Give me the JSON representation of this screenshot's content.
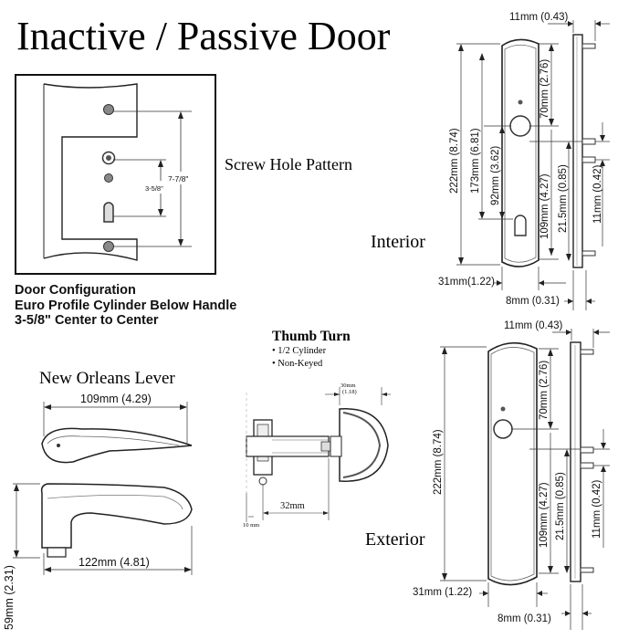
{
  "title": "Inactive / Passive Door",
  "screw_hole": {
    "label": "Screw Hole Pattern",
    "dim_outer": "7-7/8\"",
    "dim_inner": "3-5/8\""
  },
  "door_config": {
    "line1": "Door Configuration",
    "line2": "Euro Profile Cylinder Below Handle",
    "line3": "3-5/8\" Center to Center"
  },
  "lever": {
    "title": "New Orleans Lever",
    "width_label": "109mm (4.29)",
    "length_label": "122mm (4.81)",
    "height_label": "59mm (2.31)"
  },
  "thumb_turn": {
    "title": "Thumb Turn",
    "note1": "• 1/2 Cylinder",
    "note2": "• Non-Keyed",
    "dim_top": "30mm",
    "dim_top_in": "(1.18)",
    "dim_body": "32mm",
    "dim_small": "10 mm"
  },
  "interior": {
    "label": "Interior",
    "top_width": "11mm (0.43)",
    "total_height": "222mm (8.74)",
    "height_173": "173mm (6.81)",
    "height_92": "92mm (3.62)",
    "height_70": "70mm (2.76)",
    "height_109": "109mm (4.27)",
    "height_21": "21.5mm (0.85)",
    "height_11": "11mm (0.42)",
    "bottom_width": "31mm(1.22)",
    "bottom_8": "8mm (0.31)"
  },
  "exterior": {
    "label": "Exterior",
    "top_width": "11mm (0.43)",
    "total_height": "222mm (8.74)",
    "height_70": "70mm (2.76)",
    "height_109": "109mm (4.27)",
    "height_21": "21.5mm (0.85)",
    "height_11": "11mm (0.42)",
    "bottom_width": "31mm (1.22)",
    "bottom_8": "8mm (0.31)"
  }
}
